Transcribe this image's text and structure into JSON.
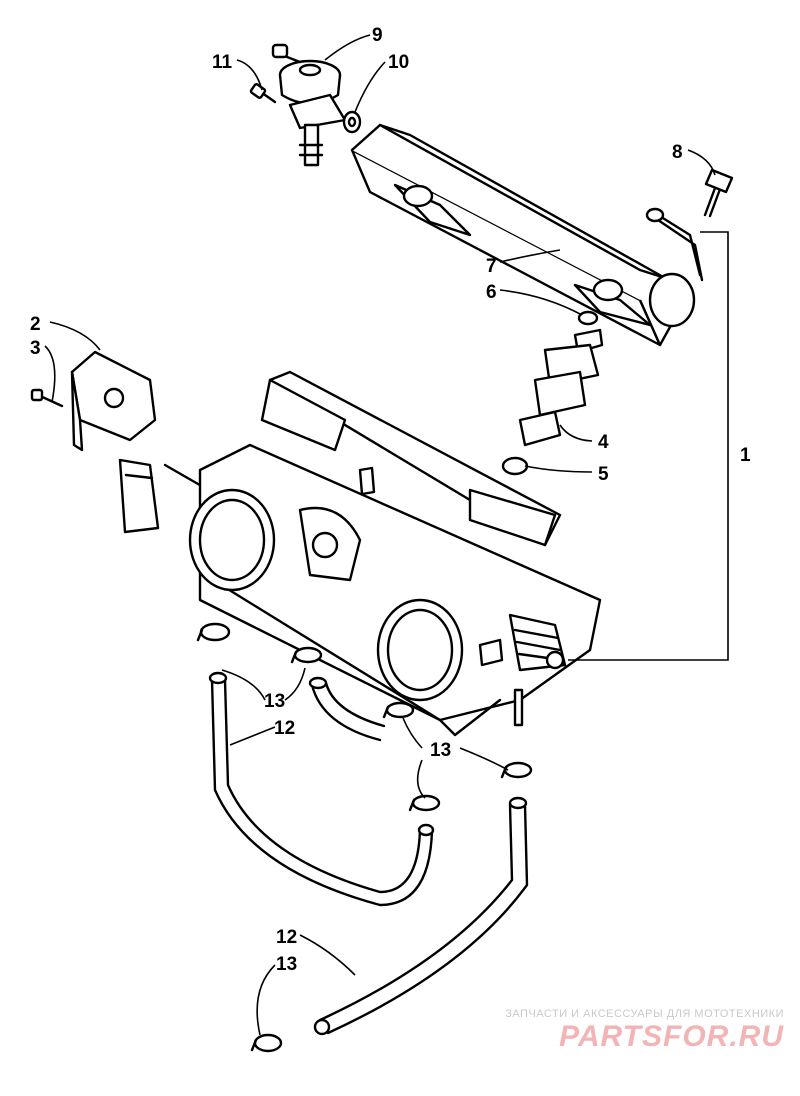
{
  "callouts": {
    "c1": "1",
    "c2": "2",
    "c3": "3",
    "c4": "4",
    "c5": "5",
    "c6": "6",
    "c7": "7",
    "c8": "8",
    "c9": "9",
    "c10": "10",
    "c11": "11",
    "c12a": "12",
    "c12b": "12",
    "c13a": "13",
    "c13b": "13",
    "c13c": "13"
  },
  "watermark": {
    "tagline": "ЗАПЧАСТИ И АКСЕССУАРЫ ДЛЯ МОТОТЕХНИКИ",
    "logo": "PARTSFOR.RU"
  },
  "colors": {
    "line": "#000000",
    "background": "#ffffff",
    "watermark_logo": "#f2b4b4",
    "watermark_text": "#c9c9c9"
  }
}
